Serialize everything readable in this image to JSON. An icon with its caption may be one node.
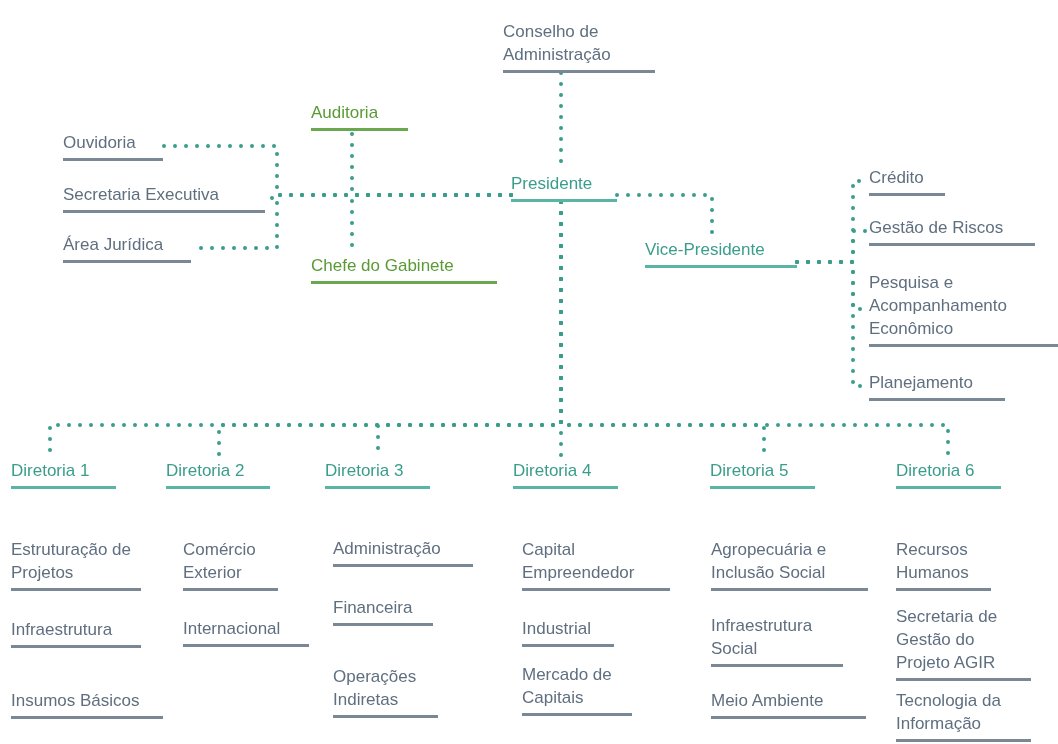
{
  "diagram": {
    "nodes": [
      {
        "text": [
          "Conselho de Administração"
        ]
      },
      {
        "text": [
          "Auditoria"
        ]
      },
      {
        "text": [
          "Ouvidoria"
        ]
      },
      {
        "text": [
          "Secretaria Executiva"
        ]
      },
      {
        "text": [
          "Área Jurídica"
        ]
      },
      {
        "text": [
          "Presidente"
        ]
      },
      {
        "text": [
          "Chefe do Gabinete"
        ]
      },
      {
        "text": [
          "Vice-Presidente"
        ]
      },
      {
        "text": [
          "Crédito"
        ]
      },
      {
        "text": [
          "Gestão de Riscos"
        ]
      },
      {
        "text": [
          "Pesquisa e Acompanhamento Econômico"
        ]
      },
      {
        "text": [
          "Planejamento"
        ]
      },
      {
        "text": [
          "Diretoria 1"
        ]
      },
      {
        "text": [
          "Diretoria 2"
        ]
      },
      {
        "text": [
          "Diretoria 3"
        ]
      },
      {
        "text": [
          "Diretoria 4"
        ]
      },
      {
        "text": [
          "Diretoria 5"
        ]
      },
      {
        "text": [
          "Diretoria 6"
        ]
      },
      {
        "text": [
          "Estruturação de Projetos"
        ]
      },
      {
        "text": [
          "Infraestrutura"
        ]
      },
      {
        "text": [
          "Insumos Básicos"
        ]
      },
      {
        "text": [
          "Comércio Exterior"
        ]
      },
      {
        "text": [
          "Internacional"
        ]
      },
      {
        "text": [
          "Administração"
        ]
      },
      {
        "text": [
          "Financeira"
        ]
      },
      {
        "text": [
          "Operações Indiretas"
        ]
      },
      {
        "text": [
          "Capital Empreendedor"
        ]
      },
      {
        "text": [
          "Industrial"
        ]
      },
      {
        "text": [
          "Mercado de Capitais"
        ]
      },
      {
        "text": [
          "Agropecuária e Inclusão Social"
        ]
      },
      {
        "text": [
          "Infraestrutura Social"
        ]
      },
      {
        "text": [
          "Meio Ambiente"
        ]
      },
      {
        "text": [
          "Recursos Humanos"
        ]
      },
      {
        "text": [
          "Secretaria de Gestão do Projeto AGIR"
        ]
      },
      {
        "text": [
          "Tecnologia da Informação"
        ]
      }
    ],
    "edges": [
      {
        "from": 0,
        "to": 5,
        "arrow": "none"
      },
      {
        "from": 5,
        "to": 1,
        "arrow": "none"
      },
      {
        "from": 5,
        "to": 2,
        "arrow": "none"
      },
      {
        "from": 5,
        "to": 3,
        "arrow": "none"
      },
      {
        "from": 5,
        "to": 4,
        "arrow": "none"
      },
      {
        "from": 5,
        "to": 6,
        "arrow": "none"
      },
      {
        "from": 5,
        "to": 7,
        "arrow": "none"
      },
      {
        "from": 7,
        "to": 8,
        "arrow": "none"
      },
      {
        "from": 7,
        "to": 9,
        "arrow": "none"
      },
      {
        "from": 7,
        "to": 10,
        "arrow": "none"
      },
      {
        "from": 7,
        "to": 11,
        "arrow": "none"
      },
      {
        "from": 5,
        "to": 12,
        "arrow": "none"
      },
      {
        "from": 5,
        "to": 13,
        "arrow": "none"
      },
      {
        "from": 5,
        "to": 14,
        "arrow": "none"
      },
      {
        "from": 5,
        "to": 15,
        "arrow": "none"
      },
      {
        "from": 5,
        "to": 16,
        "arrow": "none"
      },
      {
        "from": 5,
        "to": 17,
        "arrow": "none"
      }
    ]
  }
}
